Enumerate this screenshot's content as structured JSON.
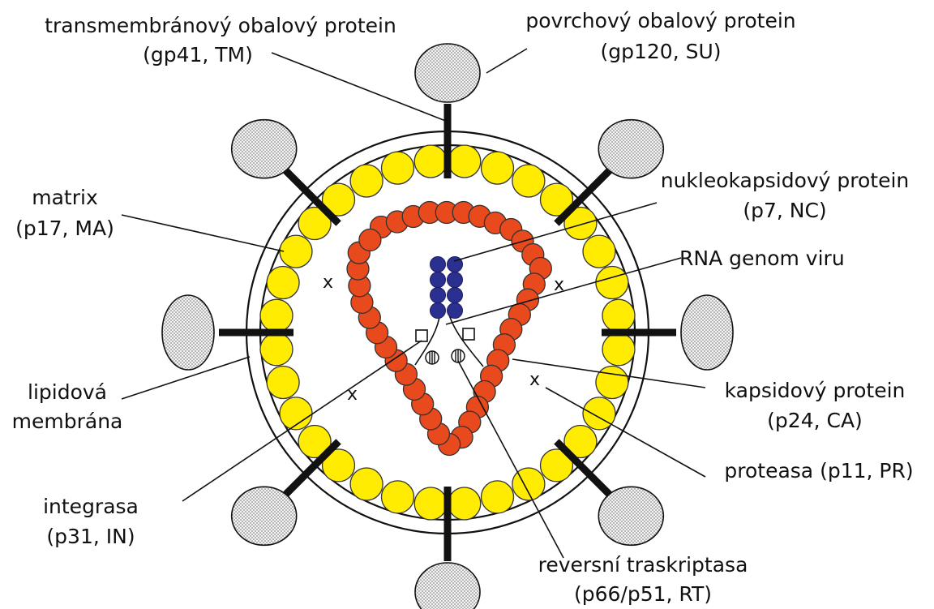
{
  "labels": {
    "tm_line1": "transmembránový obalový protein",
    "tm_line2": "(gp41, TM)",
    "su_line1": "povrchový obalový protein",
    "su_line2": "(gp120, SU)",
    "matrix_line1": "matrix",
    "matrix_line2": "(p17, MA)",
    "nc_line1": "nukleokapsidový protein",
    "nc_line2": "(p7, NC)",
    "rna": "RNA genom viru",
    "lipid_line1": "lipidová",
    "lipid_line2": "membrána",
    "ca_line1": "kapsidový protein",
    "ca_line2": "(p24, CA)",
    "protease": "proteasa (p11, PR)",
    "in_line1": "integrasa",
    "in_line2": "(p31, IN)",
    "rt_line1": "reversní traskriptasa",
    "rt_line2": "(p66/p51, RT)"
  },
  "markers": {
    "x1": "x",
    "x2": "x",
    "x3": "x",
    "x4": "x"
  },
  "colors": {
    "matrix_beads": "#ffec00",
    "capsid_beads": "#e8491d",
    "nucleocapsid_beads": "#2b2f8f",
    "outline": "#111111"
  }
}
